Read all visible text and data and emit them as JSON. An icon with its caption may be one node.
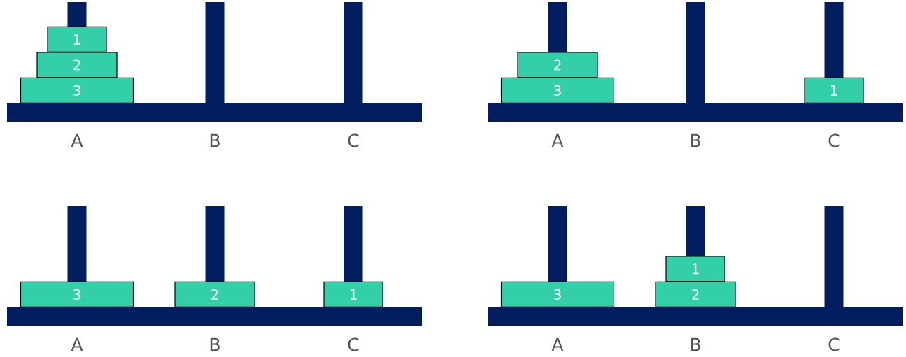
{
  "diagram": {
    "nodes": [
      {
        "text": [
          "1"
        ]
      },
      {
        "text": [
          "2"
        ]
      },
      {
        "text": [
          "3"
        ]
      },
      {
        "text": [
          "2"
        ]
      },
      {
        "text": [
          "3"
        ]
      },
      {
        "text": [
          "1"
        ]
      },
      {
        "text": [
          "3"
        ]
      },
      {
        "text": [
          "2"
        ]
      },
      {
        "text": [
          "1"
        ]
      },
      {
        "text": [
          "1"
        ]
      },
      {
        "text": [
          "3"
        ]
      },
      {
        "text": [
          "2"
        ]
      }
    ],
    "labels": [
      "A",
      "B",
      "C",
      "A",
      "B",
      "C",
      "A",
      "B",
      "C",
      "A",
      "B",
      "C"
    ]
  }
}
